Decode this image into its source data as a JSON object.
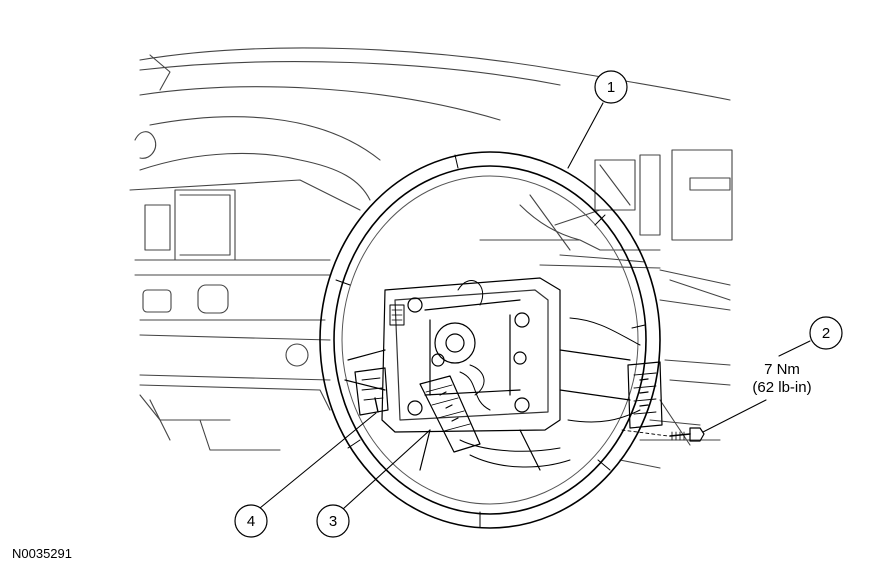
{
  "callouts": [
    {
      "number": "1"
    },
    {
      "number": "2"
    },
    {
      "number": "3"
    },
    {
      "number": "4"
    }
  ],
  "torque_spec": {
    "metric": "7 Nm",
    "imperial": "(62 lb-in)"
  },
  "figure_id": "N0035291"
}
